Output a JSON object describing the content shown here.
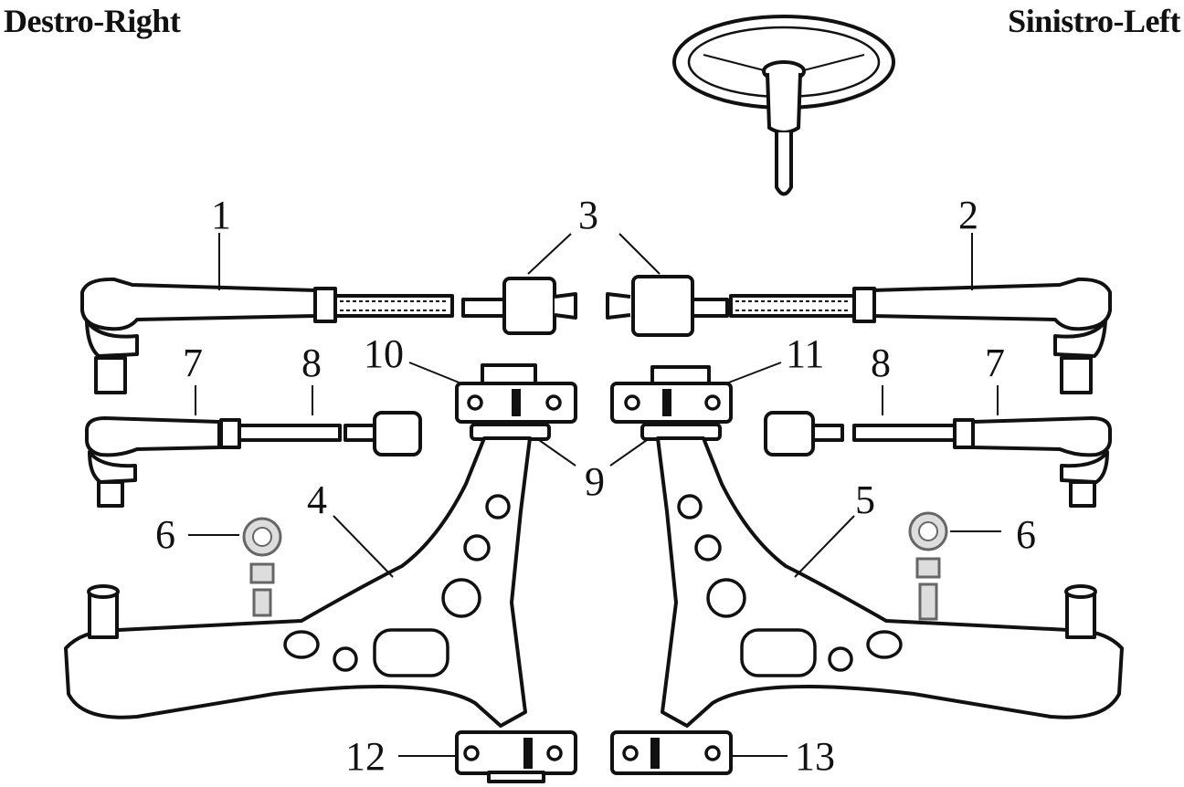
{
  "header": {
    "left_title": "Destro-Right",
    "right_title": "Sinistro-Left"
  },
  "callouts": [
    {
      "id": "c1",
      "text": "1"
    },
    {
      "id": "c2",
      "text": "2"
    },
    {
      "id": "c3",
      "text": "3"
    },
    {
      "id": "c4",
      "text": "4"
    },
    {
      "id": "c5",
      "text": "5"
    },
    {
      "id": "c6l",
      "text": "6"
    },
    {
      "id": "c6r",
      "text": "6"
    },
    {
      "id": "c7l",
      "text": "7"
    },
    {
      "id": "c7r",
      "text": "7"
    },
    {
      "id": "c8l",
      "text": "8"
    },
    {
      "id": "c8r",
      "text": "8"
    },
    {
      "id": "c9",
      "text": "9"
    },
    {
      "id": "c10",
      "text": "10"
    },
    {
      "id": "c11",
      "text": "11"
    },
    {
      "id": "c12",
      "text": "12"
    },
    {
      "id": "c13",
      "text": "13"
    }
  ]
}
